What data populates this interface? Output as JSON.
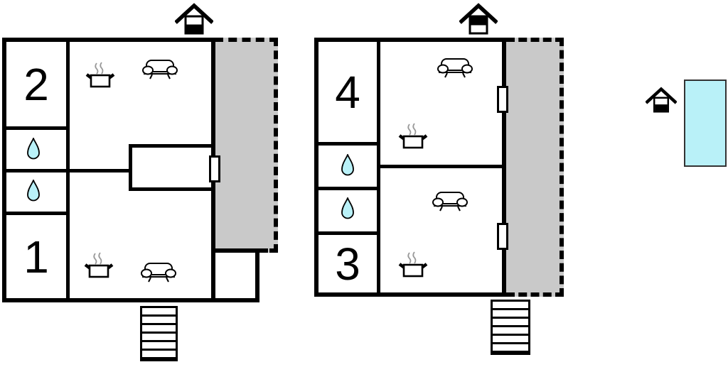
{
  "colors": {
    "wall": "#000000",
    "terrace": "#c9c9c9",
    "water": "#b9f1f8",
    "pool_fill": "#b9f1f8",
    "pool_border": "#333333",
    "steam": "#999999",
    "background": "#ffffff"
  },
  "buildings": [
    {
      "id": "left-building-ground-floor",
      "units": [
        {
          "number": "2",
          "amenities": [
            "kitchen-pot",
            "sofa"
          ]
        },
        {
          "number": "1",
          "amenities": [
            "kitchen-pot",
            "sofa"
          ]
        }
      ],
      "water_drops": 2,
      "terrace": true,
      "terrace_doors": 1,
      "stairs_steps": 6,
      "entrance_icon": "house-lower-half-filled"
    },
    {
      "id": "right-building-upper-floor",
      "units": [
        {
          "number": "4",
          "amenities": [
            "kitchen-pot",
            "sofa"
          ]
        },
        {
          "number": "3",
          "amenities": [
            "kitchen-pot",
            "sofa"
          ]
        }
      ],
      "water_drops": 2,
      "terrace": true,
      "terrace_doors": 2,
      "stairs_steps": 6,
      "entrance_icon": "house-upper-half-filled"
    }
  ],
  "pool": {
    "present": true,
    "entrance_icon": "house-lower-half-filled"
  },
  "icons": {
    "water-drop-icon": "teardrop",
    "kitchen-pot-icon": "pot with steam",
    "sofa-icon": "sofa front view",
    "entrance-ground-icon": "house, lower band filled",
    "entrance-upper-icon": "house, upper band filled",
    "stairs-icon": "staircase",
    "door-icon": "door opening in wall",
    "pool-icon": "swimming pool rectangle"
  }
}
